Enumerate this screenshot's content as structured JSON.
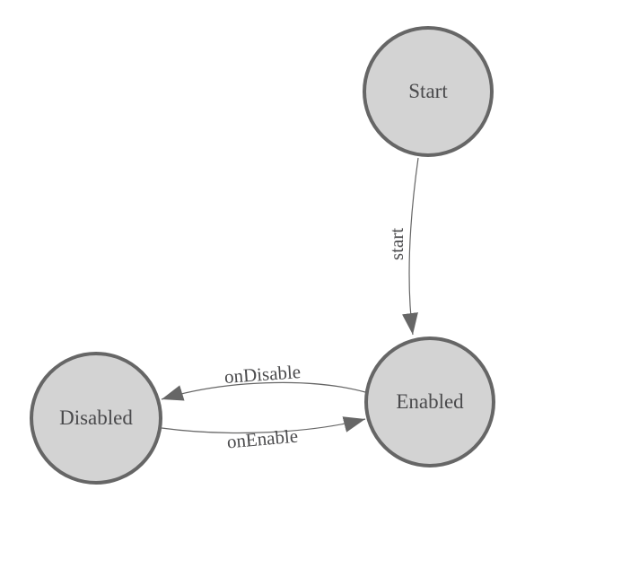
{
  "diagram": {
    "type": "state-machine",
    "background": "#ffffff",
    "colors": {
      "node_fill": "#d3d3d3",
      "node_border": "#666666",
      "edge_line": "#666666",
      "arrowhead": "#666666",
      "node_text": "#4a4a4c",
      "edge_text": "#4a4a4c"
    },
    "nodes": [
      {
        "id": "start",
        "label": "Start"
      },
      {
        "id": "enabled",
        "label": "Enabled"
      },
      {
        "id": "disabled",
        "label": "Disabled"
      }
    ],
    "edges": [
      {
        "from": "start",
        "to": "enabled",
        "label": "start"
      },
      {
        "from": "enabled",
        "to": "disabled",
        "label": "onDisable"
      },
      {
        "from": "disabled",
        "to": "enabled",
        "label": "onEnable"
      }
    ]
  }
}
